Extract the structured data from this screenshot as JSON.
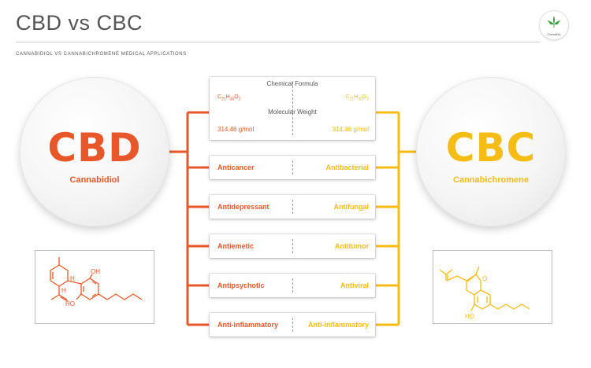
{
  "header": {
    "title": "CBD vs CBC",
    "subtitle": "CANNABIDIOL VS CANNABICHROMENE MEDICAL APPLICATIONS",
    "logo_text": "Cannabis"
  },
  "left": {
    "abbr": "CBD",
    "name": "Cannabidiol",
    "color": "#e8572a"
  },
  "right": {
    "abbr": "CBC",
    "name": "Cannabichromene",
    "color": "#f5bd14"
  },
  "info": {
    "formula_label": "Chemical Formula",
    "weight_label": "Molecular Weight",
    "left_weight": "314.46 g/mol",
    "right_weight": "314.46 g/mol"
  },
  "applications": [
    {
      "left": "Anticancer",
      "right": "Antibacterial"
    },
    {
      "left": "Antidepressant",
      "right": "Antifungal"
    },
    {
      "left": "Antiemetic",
      "right": "Antitumor"
    },
    {
      "left": "Antipsychotic",
      "right": "Antiviral"
    },
    {
      "left": "Anti-inflammatory",
      "right": "Anti-inflammatory"
    }
  ],
  "structures": {
    "cbd_labels": [
      "H",
      "H",
      "OH",
      "HO"
    ],
    "cbc_labels": [
      "O",
      "HO"
    ]
  },
  "icons": {
    "logo": "cannabis-leaf-icon"
  }
}
